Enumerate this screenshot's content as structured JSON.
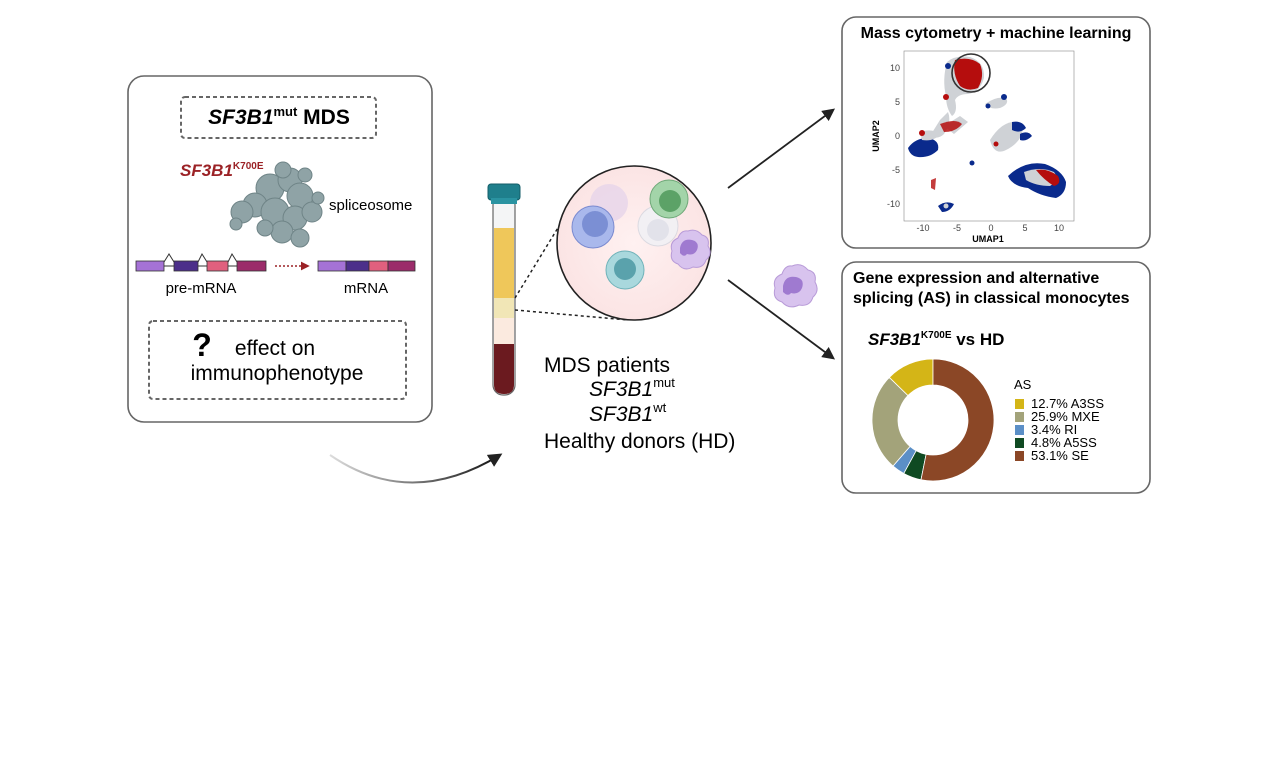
{
  "left_panel": {
    "title_gene": "SF3B1",
    "title_sup": "mut",
    "title_suffix": " MDS",
    "mutation_gene": "SF3B1",
    "mutation_sup": "K700E",
    "spliceosome_label": "spliceosome",
    "pre_mrna_label": "pre-mRNA",
    "mrna_label": "mRNA",
    "question_mark": "?",
    "effect_line1": "effect on",
    "effect_line2": "immunophenotype"
  },
  "cohort": {
    "line1": "MDS patients",
    "mut_gene": "SF3B1",
    "mut_sup": "mut",
    "wt_gene": "SF3B1",
    "wt_sup": "wt",
    "line4": "Healthy donors (HD)"
  },
  "umap_panel": {
    "title": "Mass cytometry + machine learning",
    "xlabel": "UMAP1",
    "ylabel": "UMAP2",
    "xticks": [
      "-10",
      "-5",
      "0",
      "5",
      "10"
    ],
    "yticks": [
      "10",
      "5",
      "0",
      "-5",
      "-10"
    ]
  },
  "as_panel": {
    "title_line1": "Gene expression and alternative",
    "title_line2": "splicing (AS) in classical monocytes",
    "subtitle_gene": "SF3B1",
    "subtitle_sup": "K700E",
    "subtitle_suffix": " vs HD"
  },
  "chart_data": {
    "type": "pie",
    "title": "",
    "legend_title": "AS",
    "legend_position": "right",
    "series": [
      {
        "label": "12.7% A3SS",
        "value": 12.7,
        "color": "#d4b517"
      },
      {
        "label": "25.9% MXE",
        "value": 25.9,
        "color": "#a3a37a"
      },
      {
        "label": "3.4% RI",
        "value": 3.4,
        "color": "#5b8fc7"
      },
      {
        "label": "4.8% A5SS",
        "value": 4.8,
        "color": "#0f4a22"
      },
      {
        "label": "53.1% SE",
        "value": 53.1,
        "color": "#8b4726"
      }
    ]
  },
  "colors": {
    "mutation_red": "#9b2226",
    "panel_border": "#666666",
    "umap_red": "#b50d0d",
    "umap_blue": "#0a2a8c",
    "umap_grey": "#cfd2d6"
  }
}
